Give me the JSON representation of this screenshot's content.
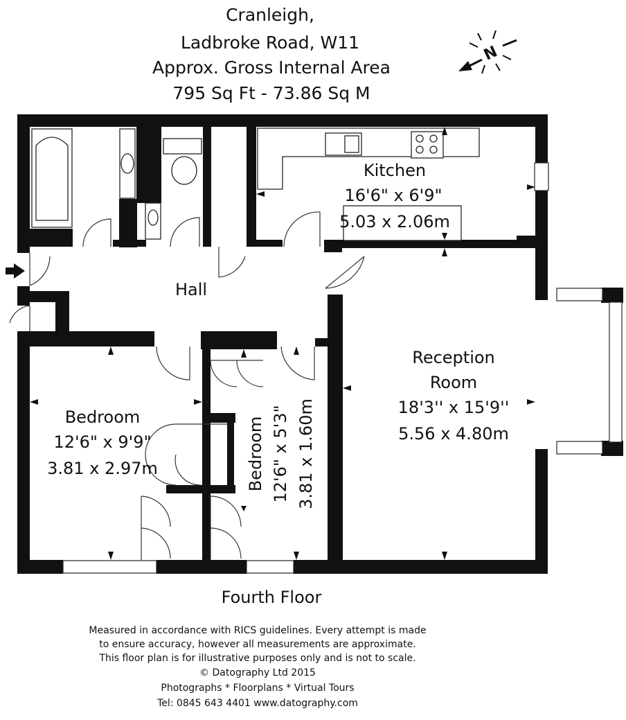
{
  "header": {
    "lines": [
      "Cranleigh,",
      "Ladbroke Road, W11",
      "Approx. Gross Internal Area",
      "795 Sq Ft  - 73.86 Sq M"
    ]
  },
  "compass": {
    "letter": "N"
  },
  "rooms": {
    "kitchen": {
      "name": "Kitchen",
      "imperial": "16'6\" x 6'9\"",
      "metric": "5.03 x 2.06m"
    },
    "hall": {
      "name": "Hall"
    },
    "reception": {
      "name_line1": "Reception",
      "name_line2": "Room",
      "imperial": "18'3'' x 15'9''",
      "metric": "5.56 x 4.80m"
    },
    "bedroom1": {
      "name": "Bedroom",
      "imperial": "12'6\" x 9'9\"",
      "metric": "3.81 x 2.97m"
    },
    "bedroom2": {
      "name": "Bedroom",
      "imperial": "12'6\" x 5'3\"",
      "metric": "3.81 x 1.60m"
    }
  },
  "floor_label": "Fourth Floor",
  "footer": {
    "lines": [
      "Measured in accordance with RICS guidelines. Every attempt is made",
      "to ensure accuracy, however all measurements are approximate.",
      "This floor plan is for illustrative purposes only and is not to scale.",
      "© Datography Ltd 2015",
      "Photographs * Floorplans * Virtual Tours",
      "Tel: 0845 643 4401 www.datography.com"
    ]
  }
}
